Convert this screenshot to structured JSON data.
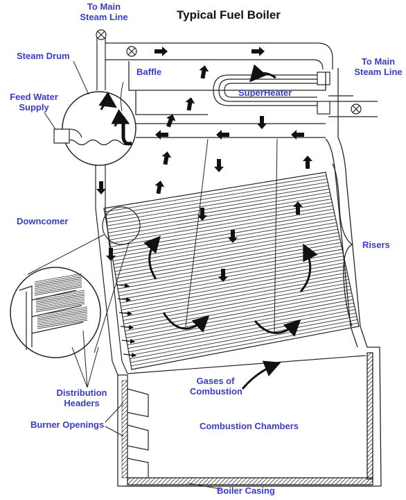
{
  "title": "Typical Fuel Boiler",
  "colors": {
    "label": "#3a3ad0",
    "line": "#222222",
    "title": "#111111"
  },
  "labels": {
    "main_steam_top": "To Main\nSteam Line",
    "main_steam_right": "To Main\nSteam Line",
    "steam_drum": "Steam Drum",
    "baffle": "Baffle",
    "feed_water": "Feed Water\nSupply",
    "superheater": "SuperHeater",
    "downcomer": "Downcomer",
    "risers": "Risers",
    "distribution_headers": "Distribution\nHeaders",
    "gases": "Gases of\nCombustion",
    "burner_openings": "Burner Openings",
    "combustion_chambers": "Combustion Chambers",
    "boiler_casing": "Boiler Casing"
  }
}
